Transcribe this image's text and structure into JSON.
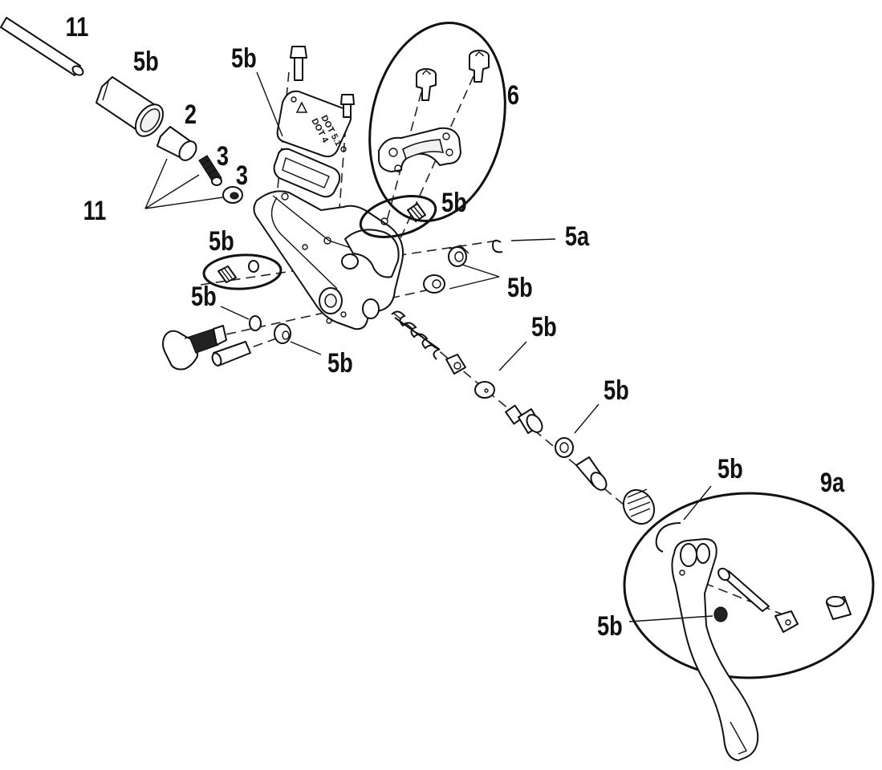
{
  "callouts": {
    "c11_top": "11",
    "c5b_cap": "5b",
    "c2": "2",
    "c3_a": "3",
    "c3_b": "3",
    "c11_group": "11",
    "c5b_lid": "5b",
    "c6": "6",
    "c5b_group_right": "5b",
    "c5a": "5a",
    "c5b_bushings": "5b",
    "c5b_group_left": "5b",
    "c5b_washer": "5b",
    "c5b_bushing_low": "5b",
    "c5b_cup": "5b",
    "c5b_oring": "5b",
    "c5b_clip": "5b",
    "c9a": "9a",
    "c5b_lever": "5b"
  },
  "lid_marking": {
    "line1": "DOT 4",
    "line2": "DOT 5.1"
  },
  "icons": {
    "warning": "warning-triangle-icon"
  }
}
